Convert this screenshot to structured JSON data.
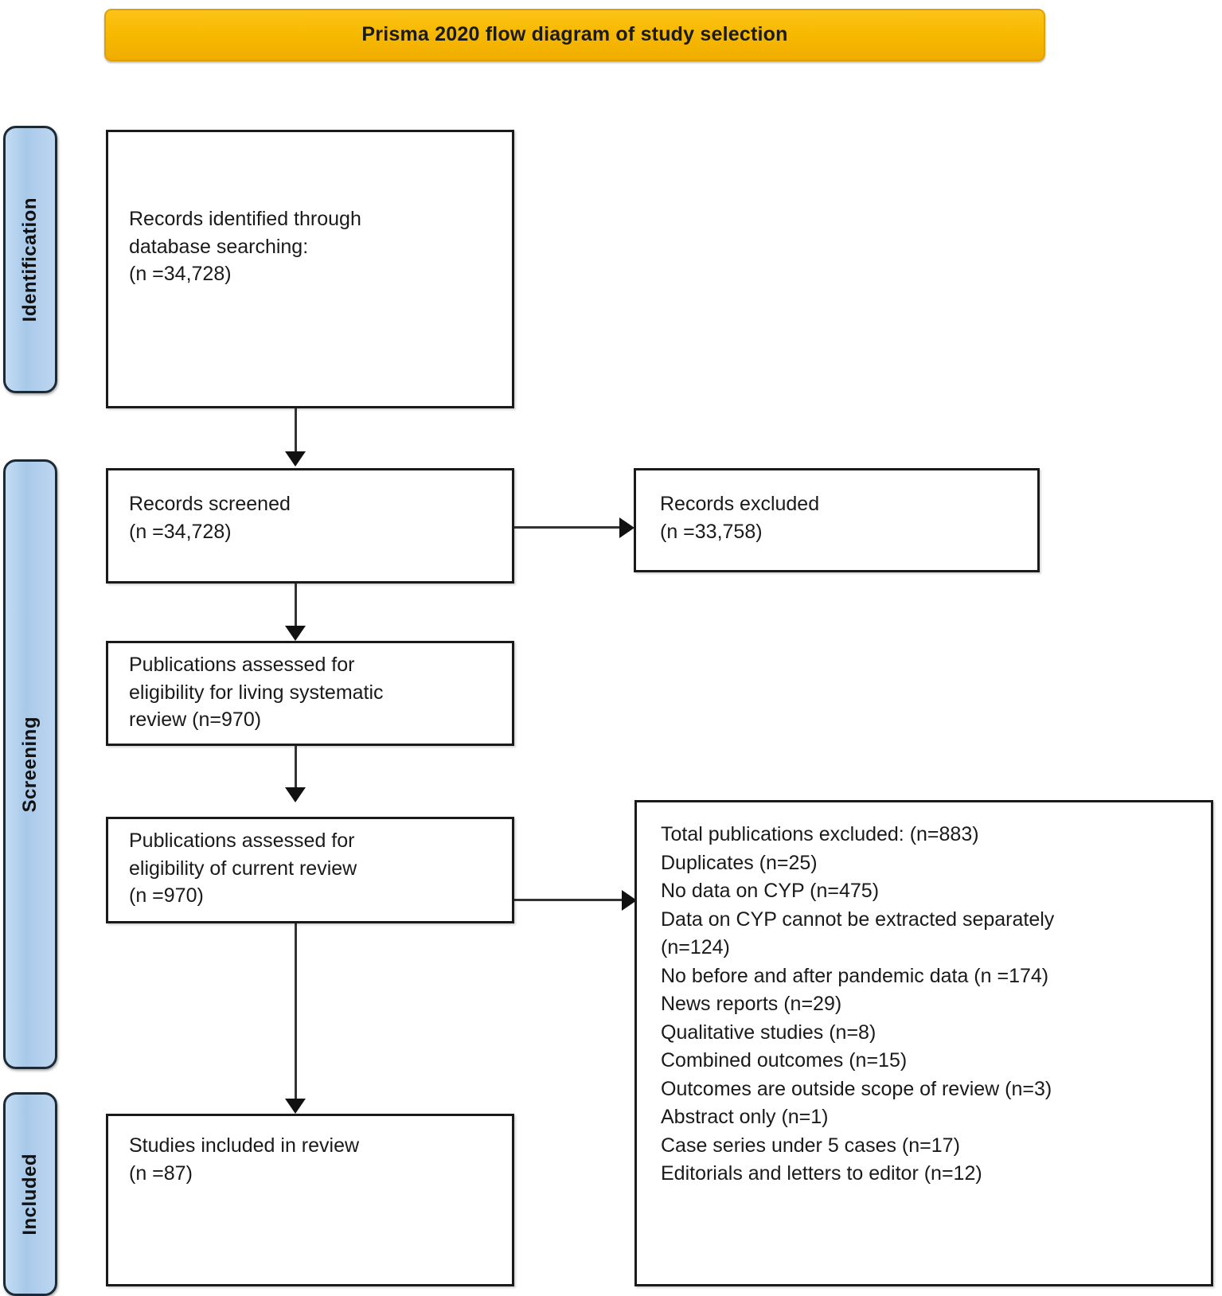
{
  "title": {
    "text": "Prisma 2020 flow diagram of study selection",
    "background_color": "#f7b900",
    "text_color": "#1a1a1a"
  },
  "phases": [
    {
      "id": "identification",
      "label": "Identification"
    },
    {
      "id": "screening",
      "label": "Screening"
    },
    {
      "id": "included",
      "label": "Included"
    }
  ],
  "boxes": {
    "identified": {
      "text": "Records identified through\ndatabase searching:\n(n =34,728)",
      "count": "34,728"
    },
    "screened": {
      "text": "Records screened\n(n =34,728)",
      "count": "34,728"
    },
    "records_excluded": {
      "text": "Records excluded\n(n =33,758)",
      "count": "33,758"
    },
    "eligible_living": {
      "text": "Publications assessed for\neligibility for living systematic\nreview (n=970)",
      "count": "970"
    },
    "eligible_current": {
      "text": "Publications assessed for\neligibility of current review\n(n =970)",
      "count": "970"
    },
    "included": {
      "text": "Studies included in review\n(n =87)",
      "count": "87"
    }
  },
  "exclusion_reasons": [
    {
      "label": "Total publications excluded:",
      "n": "883",
      "line": "Total publications excluded: (n=883)"
    },
    {
      "label": "Duplicates",
      "n": "25",
      "line": "Duplicates (n=25)"
    },
    {
      "label": "No data on CYP",
      "n": "475",
      "line": "No data on CYP (n=475)"
    },
    {
      "label": "Data on CYP cannot be extracted separately",
      "n": "124",
      "line": "Data on CYP cannot be extracted separately\n(n=124)"
    },
    {
      "label": "No before and after pandemic data",
      "n": "174",
      "line": "No before and after pandemic data (n =174)"
    },
    {
      "label": "News reports",
      "n": "29",
      "line": "News reports (n=29)"
    },
    {
      "label": "Qualitative studies",
      "n": "8",
      "line": "Qualitative studies (n=8)"
    },
    {
      "label": "Combined outcomes",
      "n": "15",
      "line": "Combined outcomes (n=15)"
    },
    {
      "label": "Outcomes are outside scope of review",
      "n": "3",
      "line": "Outcomes are outside scope of review (n=3)"
    },
    {
      "label": "Abstract only",
      "n": "1",
      "line": "Abstract only (n=1)"
    },
    {
      "label": "Case series under 5 cases",
      "n": "17",
      "line": "Case series under 5 cases (n=17)"
    },
    {
      "label": "Editorials and letters to editor",
      "n": "12",
      "line": "Editorials and letters to editor (n=12)"
    }
  ],
  "colors": {
    "banner": "#f7b900",
    "phase_tab": "#aecbe9",
    "box_border": "#1a1a1a",
    "connector": "#333333"
  }
}
